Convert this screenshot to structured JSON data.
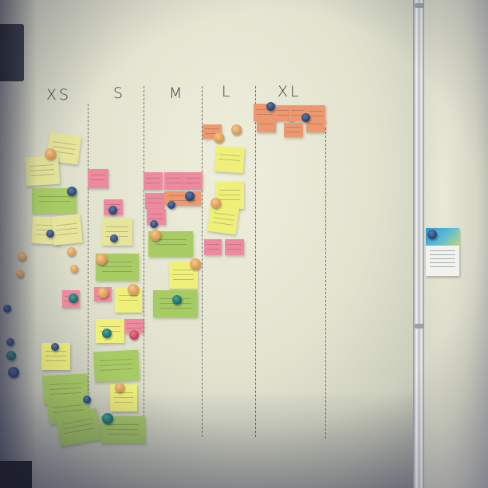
{
  "columns": [
    {
      "label": "XS"
    },
    {
      "label": "S"
    },
    {
      "label": "M"
    },
    {
      "label": "L"
    },
    {
      "label": "XL"
    }
  ]
}
